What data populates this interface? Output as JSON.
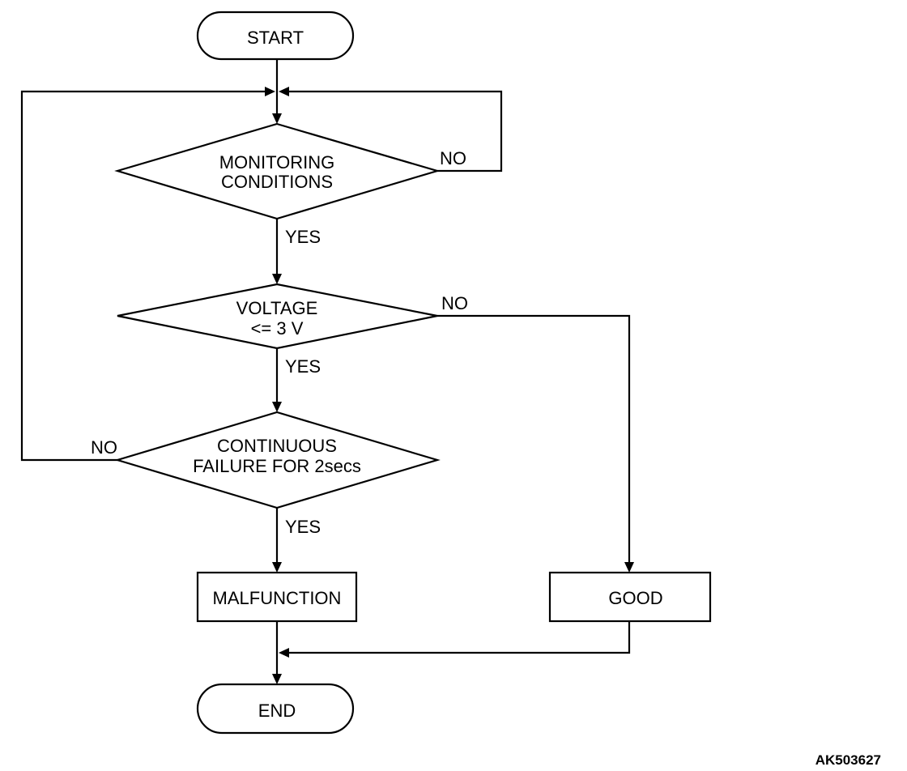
{
  "nodes": {
    "start": "START",
    "decision1": [
      "MONITORING",
      "CONDITIONS"
    ],
    "decision2": [
      "VOLTAGE",
      "<= 3 V"
    ],
    "decision3": [
      "CONTINUOUS",
      "FAILURE FOR 2secs"
    ],
    "malfunction": "MALFUNCTION",
    "good": "GOOD",
    "end": "END"
  },
  "edges": {
    "d1_no": "NO",
    "d1_yes": "YES",
    "d2_no": "NO",
    "d2_yes": "YES",
    "d3_no": "NO",
    "d3_yes": "YES"
  },
  "figure_code": "AK503627"
}
